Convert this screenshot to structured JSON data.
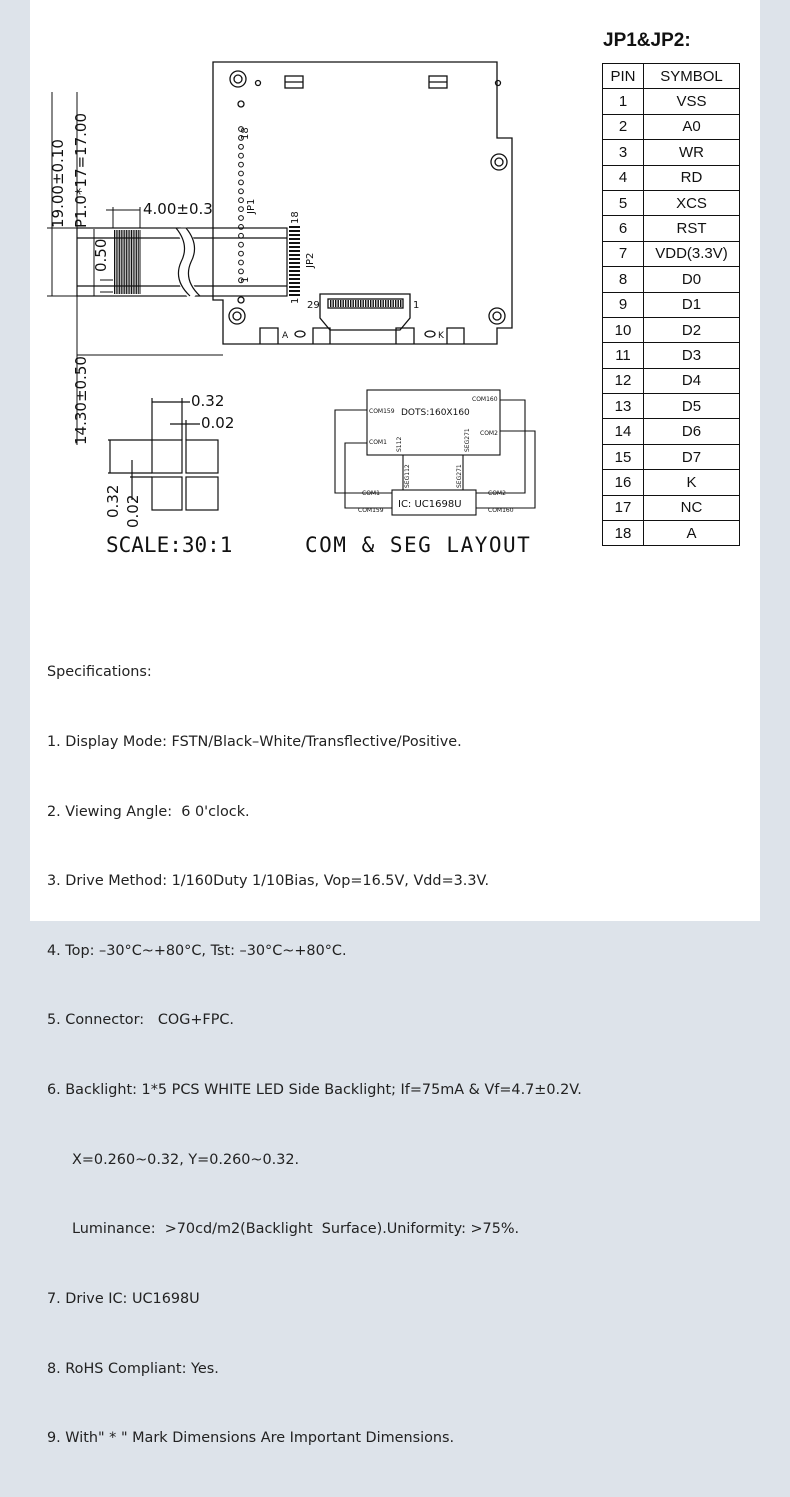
{
  "dimensions": {
    "height_total": "19.00±0.10",
    "pitch": "P1.0*17=17.00",
    "fpc_width": "4.00±0.3",
    "fpc_gap": "0.50",
    "height_lower": "14.30±0.50",
    "pixel_size": "0.32",
    "pixel_gap": "0.02",
    "pixel_size_v": "0.32",
    "pixel_gap_v": "0.02"
  },
  "board": {
    "jp1": "JP1",
    "jp2": "JP2",
    "jp1_pin_top": "18",
    "jp1_pin_bottom": "1",
    "jp2_pin_top": "18",
    "jp2_pin_bottom": "1",
    "fpc_left": "29",
    "fpc_right": "1",
    "anode": "A",
    "cathode": "K"
  },
  "layout": {
    "dots": "DOTS:160X160",
    "ic": "IC: UC1698U",
    "com160_top": "COM160",
    "com159_top": "COM159",
    "com1_left": "COM1",
    "com2_right": "COM2",
    "s112": "S112",
    "seg271_top": "SEG271",
    "seg112": "SEG112",
    "seg271_bottom": "SEG271",
    "com1_bottom": "COM1",
    "com159_bottom": "COM159",
    "com2_bottom": "COM2",
    "com160_bottom": "COM160"
  },
  "captions": {
    "scale": "SCALE:30:1",
    "com_seg": "COM & SEG LAYOUT"
  },
  "pin_table": {
    "title": "JP1&JP2:",
    "headers": [
      "PIN",
      "SYMBOL"
    ],
    "rows": [
      [
        "1",
        "VSS"
      ],
      [
        "2",
        "A0"
      ],
      [
        "3",
        "WR"
      ],
      [
        "4",
        "RD"
      ],
      [
        "5",
        "XCS"
      ],
      [
        "6",
        "RST"
      ],
      [
        "7",
        "VDD(3.3V)"
      ],
      [
        "8",
        "D0"
      ],
      [
        "9",
        "D1"
      ],
      [
        "10",
        "D2"
      ],
      [
        "11",
        "D3"
      ],
      [
        "12",
        "D4"
      ],
      [
        "13",
        "D5"
      ],
      [
        "14",
        "D6"
      ],
      [
        "15",
        "D7"
      ],
      [
        "16",
        "K"
      ],
      [
        "17",
        "NC"
      ],
      [
        "18",
        "A"
      ]
    ]
  },
  "specs": {
    "title": "Specifications:",
    "items": [
      "1. Display Mode: FSTN/Black–White/Transflective/Positive.",
      "2. Viewing Angle:  6 0'clock.",
      "3. Drive Method: 1/160Duty 1/10Bias, Vop=16.5V, Vdd=3.3V.",
      "4. Top: –30°C~+80°C, Tst: –30°C~+80°C.",
      "5. Connector:   COG+FPC.",
      "6. Backlight: 1*5 PCS WHITE LED Side Backlight; If=75mA & Vf=4.7±0.2V.",
      "X=0.260~0.32, Y=0.260~0.32.",
      "Luminance:  >70cd/m2(Backlight  Surface).Uniformity: >75%.",
      "7. Drive IC: UC1698U",
      "8. RoHS Compliant: Yes.",
      "9. With\" * \" Mark Dimensions Are Important Dimensions."
    ]
  }
}
